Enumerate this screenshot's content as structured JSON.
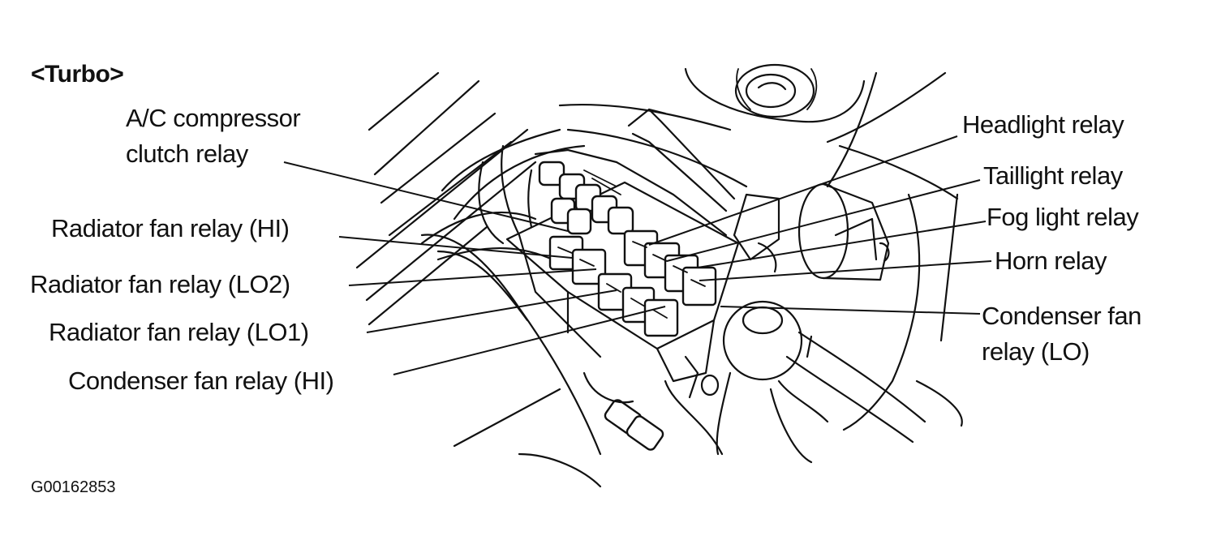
{
  "diagram": {
    "title": "<Turbo>",
    "figure_code": "G00162853",
    "labels": {
      "ac_compressor_line1": "A/C compressor",
      "ac_compressor_line2": "clutch relay",
      "radiator_fan_hi": "Radiator fan relay (HI)",
      "radiator_fan_lo2": "Radiator fan relay (LO2)",
      "radiator_fan_lo1": "Radiator fan relay (LO1)",
      "condenser_fan_hi": "Condenser fan relay (HI)",
      "headlight": "Headlight relay",
      "taillight": "Taillight relay",
      "fog_light": "Fog light relay",
      "horn": "Horn relay",
      "condenser_fan_lo_line1": "Condenser fan",
      "condenser_fan_lo_line2": "relay (LO)"
    }
  }
}
